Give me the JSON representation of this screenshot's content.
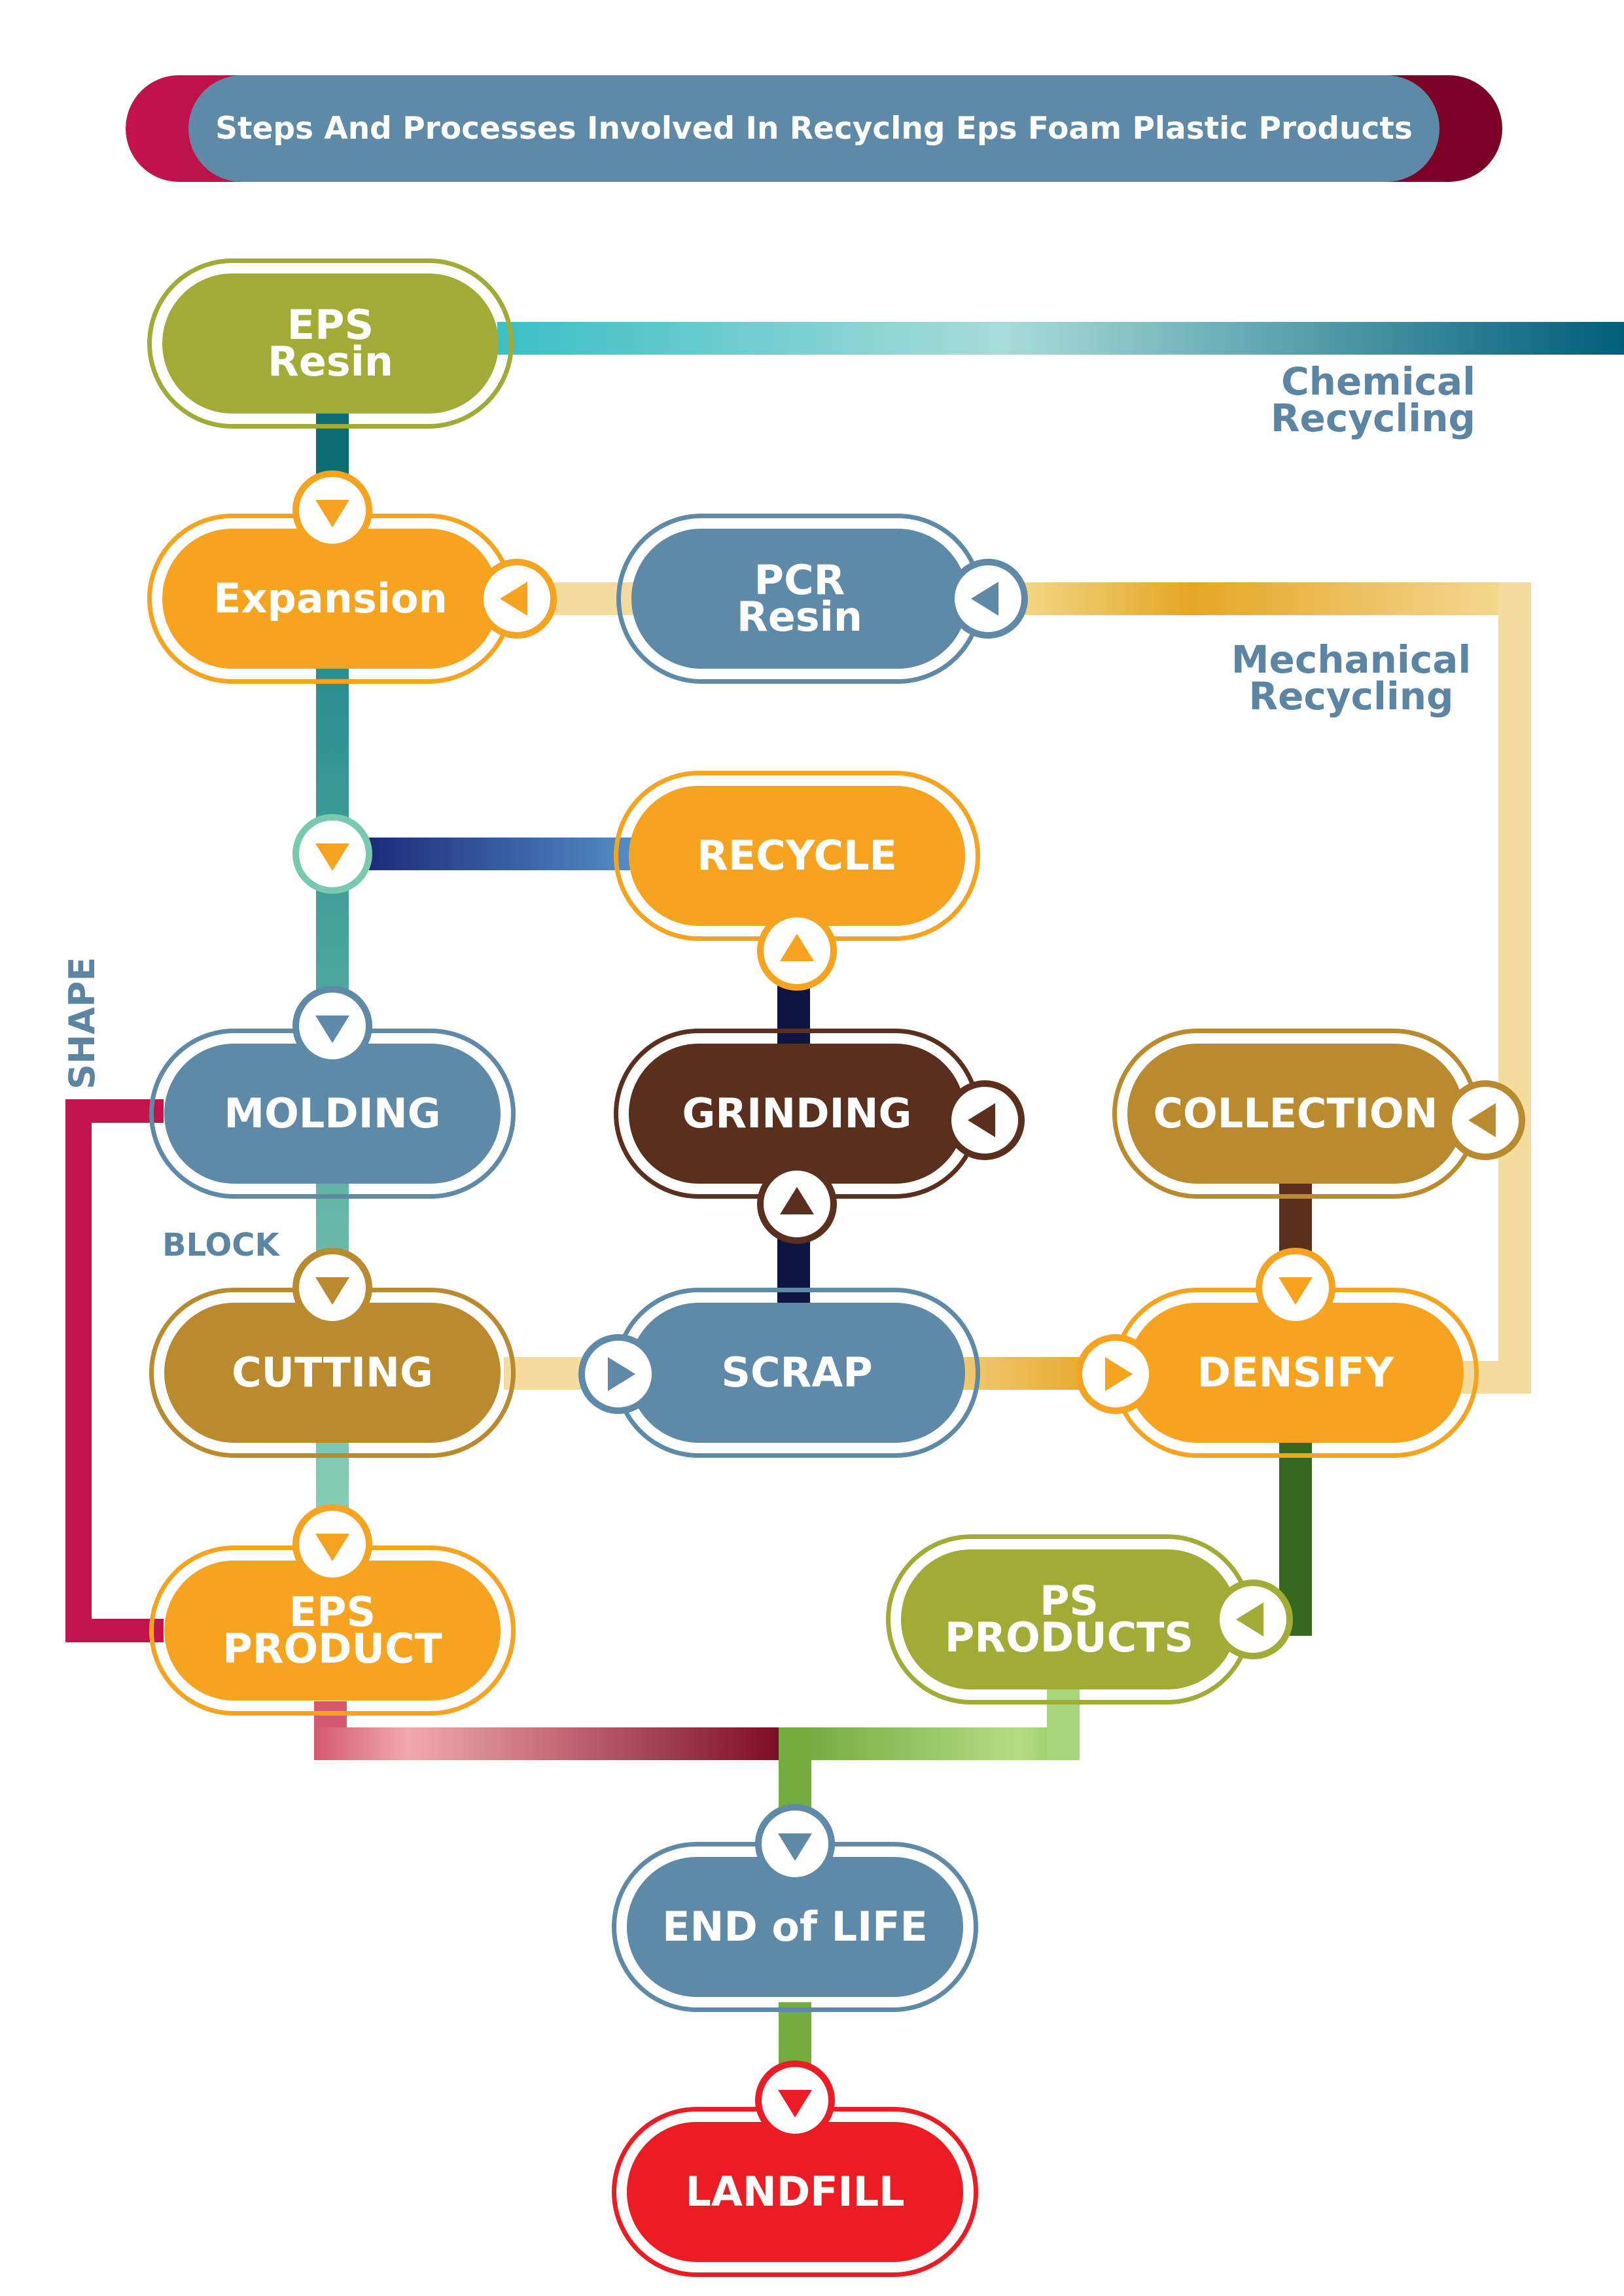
{
  "title": "Steps And Processes Involved In Recyclng Eps Foam Plastic Products",
  "nodes": {
    "eps_resin": "EPS\nResin",
    "expansion": "Expansion",
    "pcr_resin": "PCR\nResin",
    "recycle": "RECYCLE",
    "molding": "MOLDING",
    "grinding": "GRINDING",
    "collection": "COLLECTION",
    "cutting": "CUTTING",
    "scrap": "SCRAP",
    "densify": "DENSIFY",
    "eps_product": "EPS\nPRODUCT",
    "ps_products": "PS\nPRODUCTS",
    "end_of_life": "END of LIFE",
    "landfill": "LANDFILL"
  },
  "labels": {
    "chemical": "Chemical\nRecycling",
    "mechanical": "Mechanical\nRecycling",
    "shape": "SHAPE",
    "block": "BLOCK"
  },
  "colors": {
    "olive": "#a3ab37",
    "orange": "#f6a31f",
    "steel_blue": "#5e8aa8",
    "brown": "#5b2f1d",
    "gold": "#b98a2e",
    "red": "#ec1c24",
    "crimson": "#c2134b",
    "teal": "#0a6e73",
    "navy": "#0e1340"
  }
}
